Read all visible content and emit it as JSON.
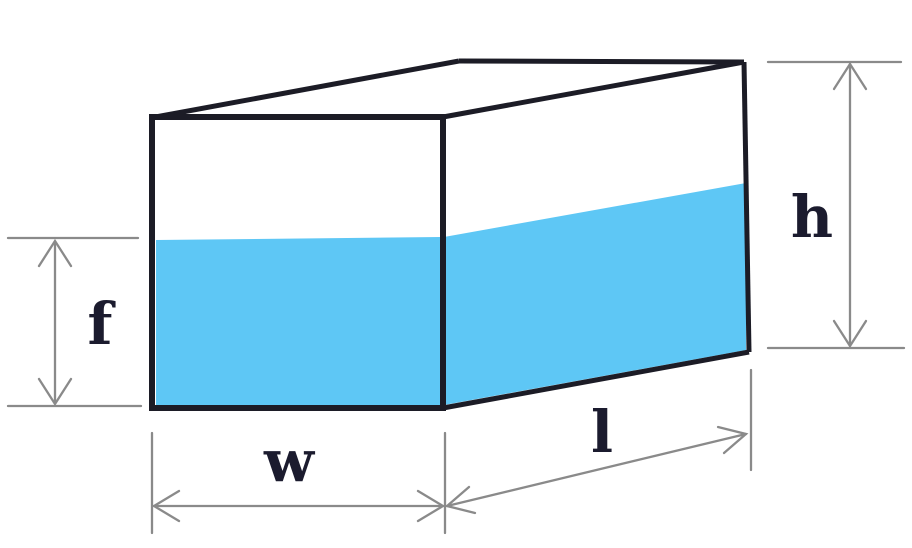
{
  "diagram": {
    "type": "rectangular-tank-partially-filled-with-water",
    "labels": {
      "fill_depth": "f",
      "height": "h",
      "width": "w",
      "length": "l"
    },
    "colors": {
      "water": "#5ec7f5",
      "edge": "#1c1c26",
      "dimension_line": "#8a8a8a",
      "label_text": "#1b1b2e",
      "background": "#ffffff"
    }
  }
}
